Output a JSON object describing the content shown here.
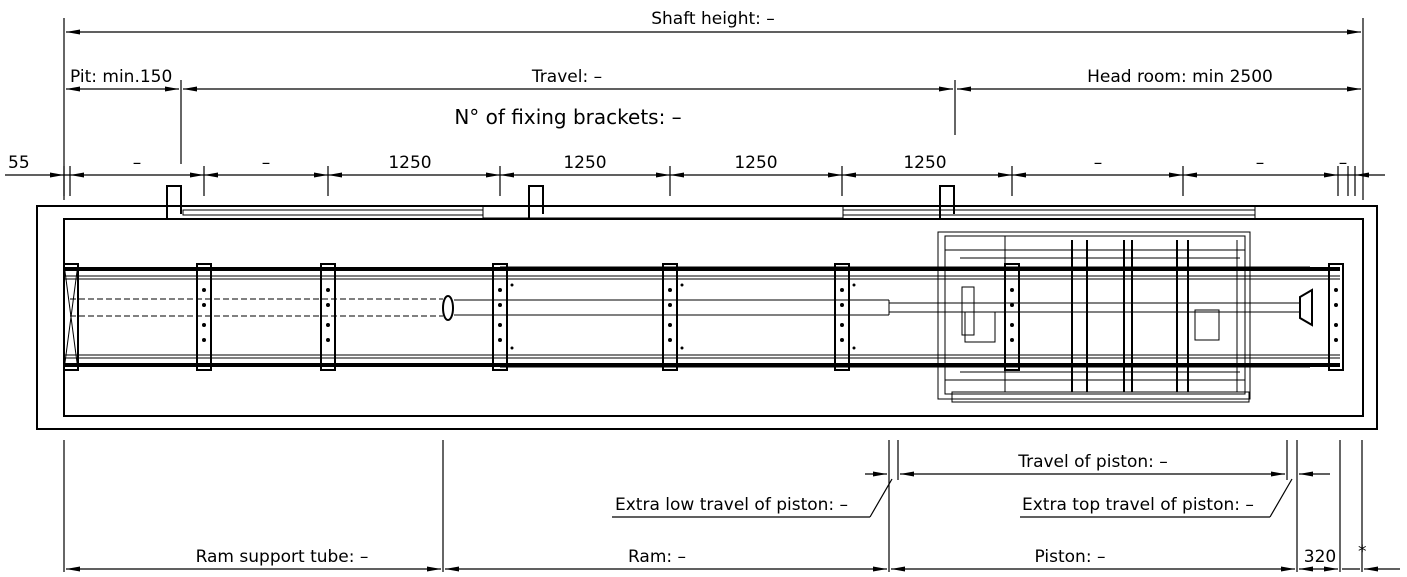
{
  "labels": {
    "shaft_height": "Shaft height: –",
    "pit": "Pit: min.150",
    "travel": "Travel: –",
    "head_room": "Head room: min 2500",
    "fixing_brackets": "N° of fixing brackets: –",
    "offset_55": "55",
    "seg_1": "–",
    "seg_2": "–",
    "seg_3": "1250",
    "seg_4": "1250",
    "seg_5": "1250",
    "seg_6": "1250",
    "seg_7": "–",
    "seg_8": "–",
    "seg_9": "–",
    "travel_of_piston": "Travel of piston: –",
    "extra_low_travel": "Extra low travel of piston: –",
    "extra_top_travel": "Extra top travel of piston: –",
    "ram_support_tube": "Ram support tube: –",
    "ram": "Ram: –",
    "piston": "Piston: –",
    "dim_320": "320",
    "star": "*"
  }
}
